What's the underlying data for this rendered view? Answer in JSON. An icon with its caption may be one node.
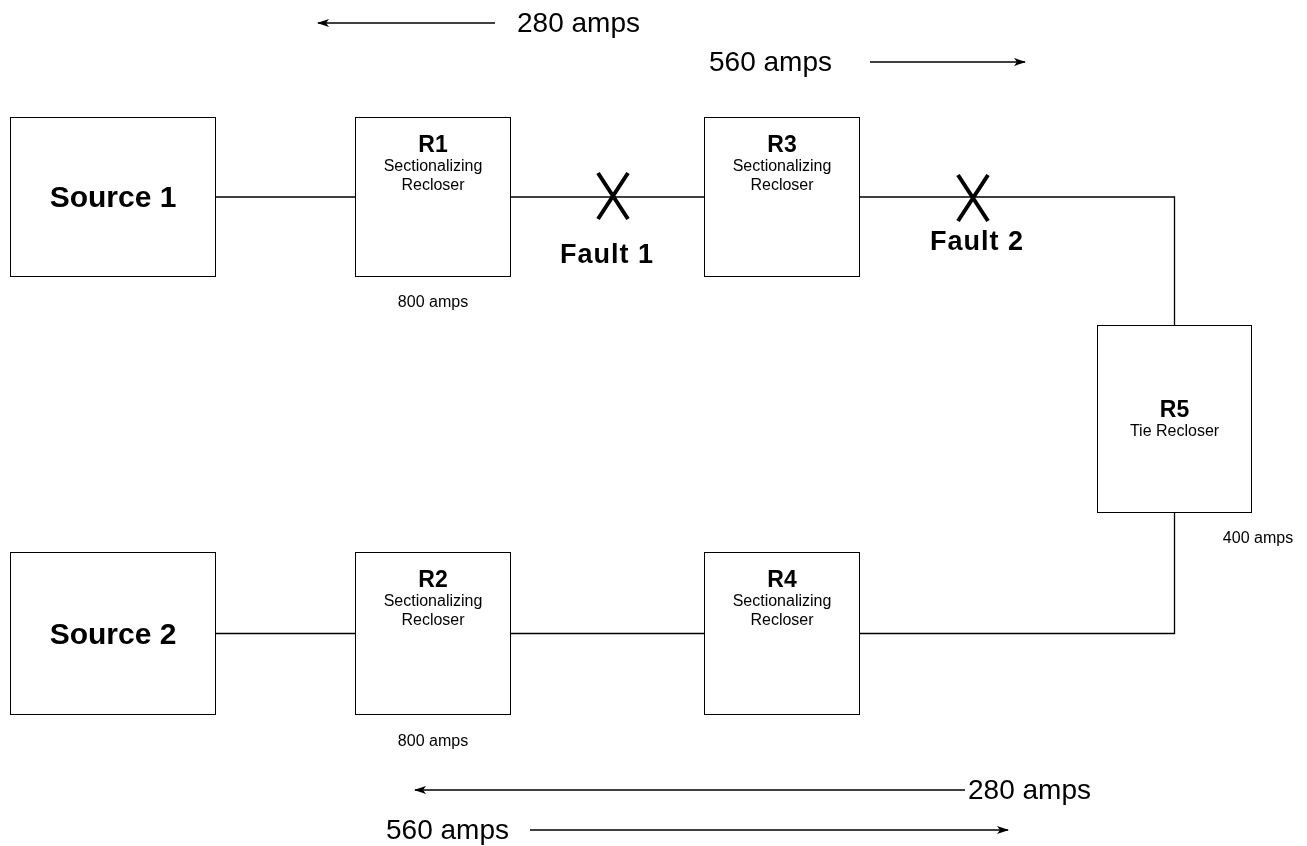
{
  "diagram": {
    "nodes": [
      {
        "text": [
          "Source 1"
        ]
      },
      {
        "text": [
          "R1",
          "Sectionalizing Recloser"
        ],
        "beside": [
          "800 amps"
        ]
      },
      {
        "text": [
          "R3",
          "Sectionalizing Recloser"
        ]
      },
      {
        "text": [
          "R5",
          "Tie Recloser"
        ],
        "beside": [
          "400 amps"
        ]
      },
      {
        "text": [
          "Source 2"
        ]
      },
      {
        "text": [
          "R2",
          "Sectionalizing Recloser"
        ],
        "beside": [
          "800 amps"
        ]
      },
      {
        "text": [
          "R4",
          "Sectionalizing Recloser"
        ]
      }
    ],
    "edges": [
      {
        "from": 0,
        "to": 1,
        "arrow": "none"
      },
      {
        "from": 1,
        "to": 2,
        "arrow": "none"
      },
      {
        "from": 2,
        "to": 3,
        "arrow": "none"
      },
      {
        "from": 3,
        "to": 6,
        "arrow": "none"
      },
      {
        "from": 6,
        "to": 5,
        "arrow": "none"
      },
      {
        "from": 5,
        "to": 4,
        "arrow": "none"
      }
    ],
    "labels": [
      "280 amps",
      "560 amps",
      "Fault 1",
      "Fault 2",
      "280 amps",
      "560 amps"
    ]
  }
}
